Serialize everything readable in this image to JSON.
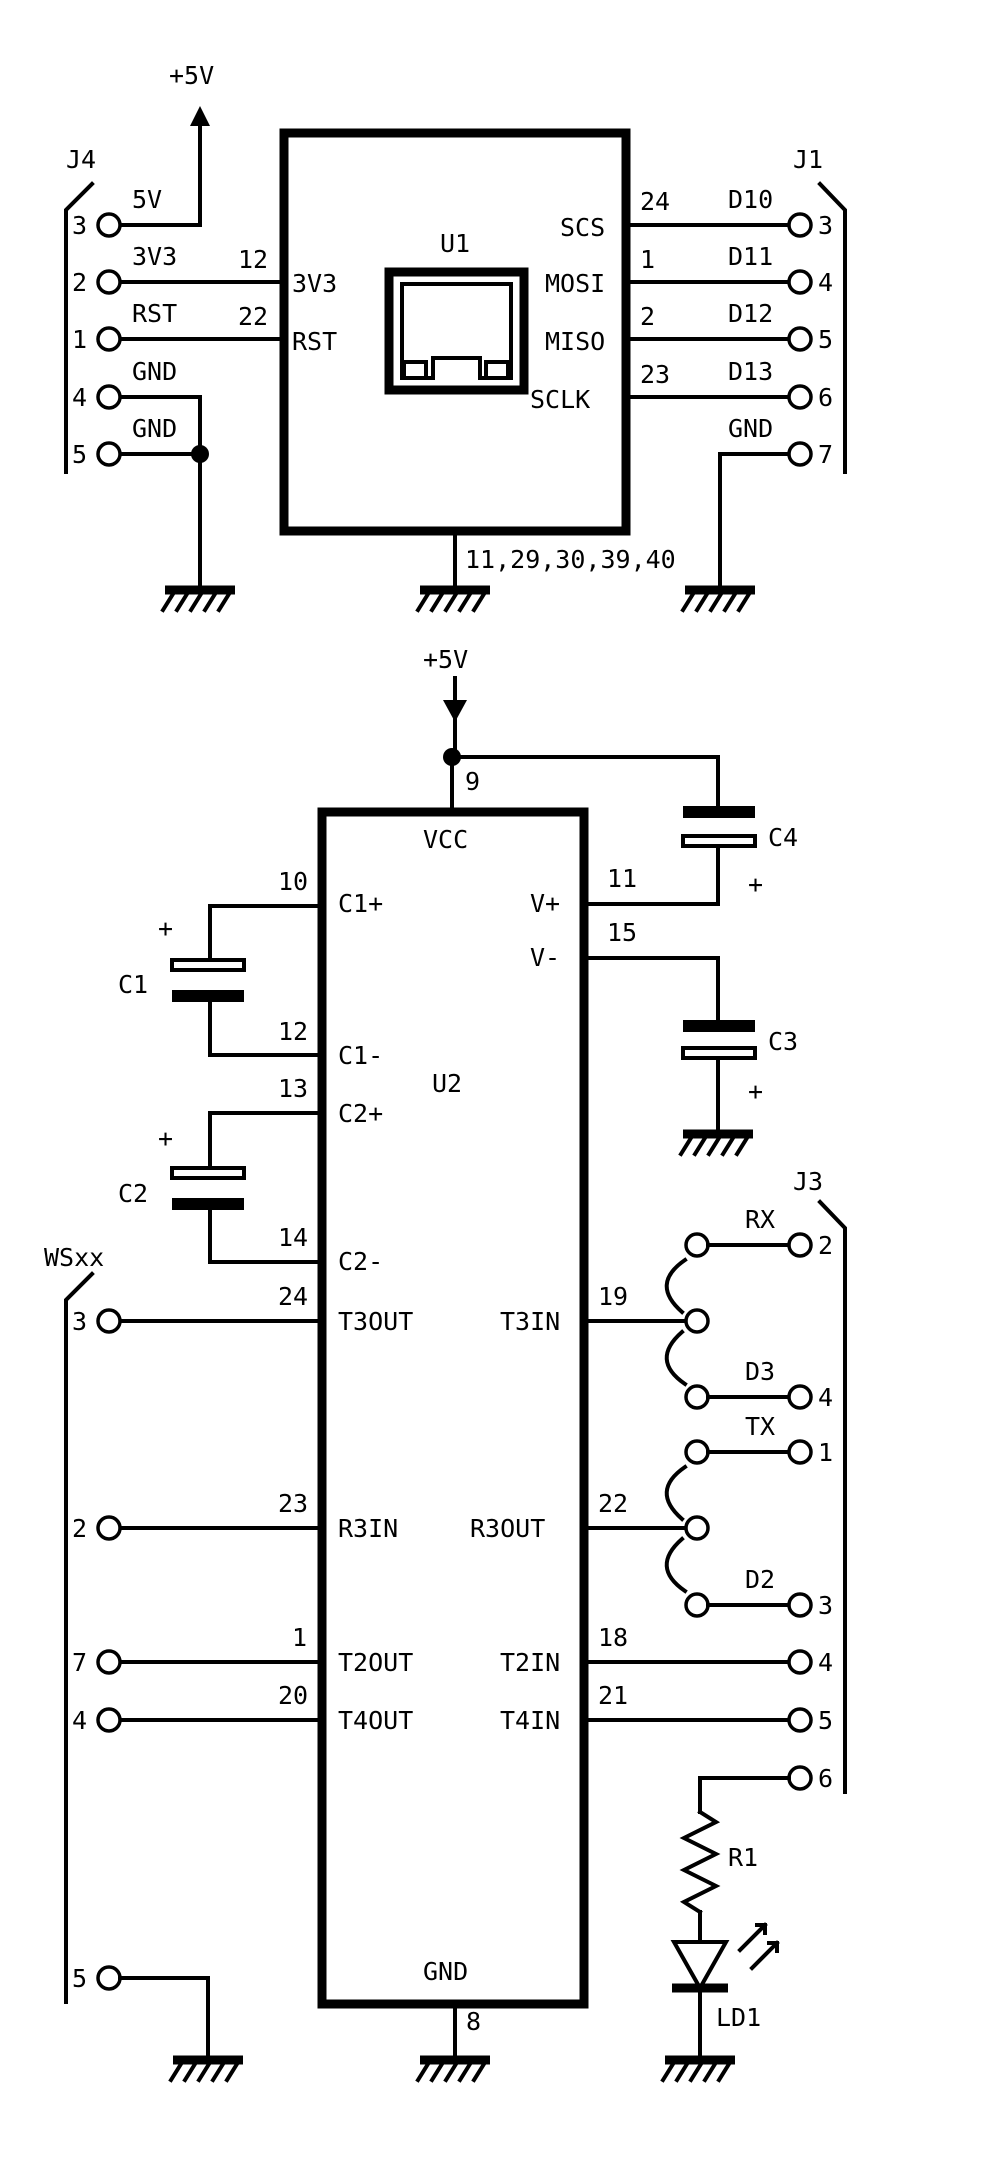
{
  "power": {
    "top": "+5V",
    "mid": "+5V"
  },
  "u1": {
    "ref": "U1",
    "pins": {
      "v3": "12",
      "rst": "22",
      "scs": "24",
      "mosi": "1",
      "miso": "2",
      "sclk": "23",
      "gnd": "11,29,30,39,40"
    },
    "labels": {
      "v3": "3V3",
      "rst": "RST",
      "scs": "SCS",
      "mosi": "MOSI",
      "miso": "MISO",
      "sclk": "SCLK"
    }
  },
  "j4": {
    "ref": "J4",
    "rows": [
      {
        "num": "3",
        "label": "5V"
      },
      {
        "num": "2",
        "label": "3V3"
      },
      {
        "num": "1",
        "label": "RST"
      },
      {
        "num": "4",
        "label": "GND"
      },
      {
        "num": "5",
        "label": "GND"
      }
    ]
  },
  "j1": {
    "ref": "J1",
    "rows": [
      {
        "num": "3",
        "label": "D10"
      },
      {
        "num": "4",
        "label": "D11"
      },
      {
        "num": "5",
        "label": "D12"
      },
      {
        "num": "6",
        "label": "D13"
      },
      {
        "num": "7",
        "label": "GND"
      }
    ]
  },
  "u2": {
    "ref": "U2",
    "labels": {
      "vcc": "VCC",
      "gnd": "GND",
      "c1p": "C1+",
      "c1m": "C1-",
      "c2p": "C2+",
      "c2m": "C2-",
      "vp": "V+",
      "vm": "V-",
      "t3out": "T3OUT",
      "r3in": "R3IN",
      "t2out": "T2OUT",
      "t4out": "T4OUT",
      "t3in": "T3IN",
      "r3out": "R3OUT",
      "t2in": "T2IN",
      "t4in": "T4IN"
    },
    "pins": {
      "vcc": "9",
      "gnd": "8",
      "c1p": "10",
      "c1m": "12",
      "c2p": "13",
      "c2m": "14",
      "vp": "11",
      "vm": "15",
      "t3out": "24",
      "r3in": "23",
      "t2out": "1",
      "t4out": "20",
      "t3in": "19",
      "r3out": "22",
      "t2in": "18",
      "t4in": "21"
    }
  },
  "caps": {
    "c1": "C1",
    "c2": "C2",
    "c3": "C3",
    "c4": "C4",
    "plus": "+"
  },
  "wsxx": {
    "ref": "WSxx",
    "rows": [
      {
        "num": "3"
      },
      {
        "num": "2"
      },
      {
        "num": "7"
      },
      {
        "num": "4"
      },
      {
        "num": "5"
      }
    ]
  },
  "j3": {
    "ref": "J3",
    "rows": [
      {
        "num": "2",
        "label": "RX"
      },
      {
        "num": "4",
        "label": "D3"
      },
      {
        "num": "1",
        "label": "TX"
      },
      {
        "num": "3",
        "label": "D2"
      },
      {
        "num": "4",
        "label": ""
      },
      {
        "num": "5",
        "label": ""
      },
      {
        "num": "6",
        "label": ""
      }
    ]
  },
  "r1": {
    "ref": "R1"
  },
  "ld1": {
    "ref": "LD1"
  }
}
